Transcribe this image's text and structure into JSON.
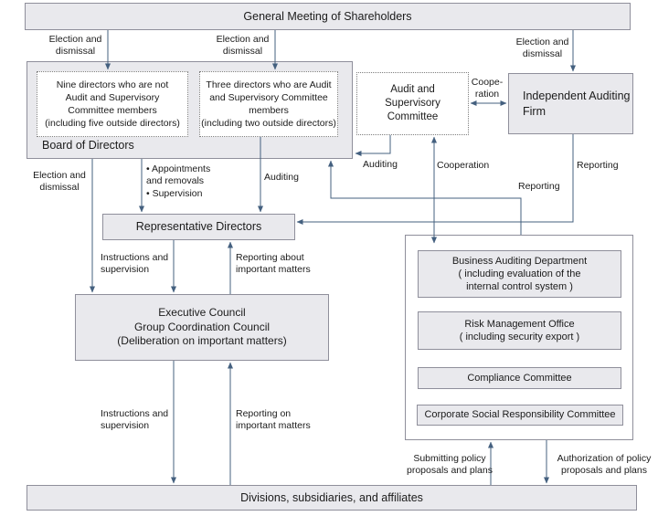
{
  "colors": {
    "box_fill": "#e9e9ed",
    "box_border": "#8f8f9b",
    "dotted_border": "#7e7e7e",
    "connector_line": "#44607f",
    "text": "#1b1b1b"
  },
  "nodes": {
    "general_meeting": "General Meeting of Shareholders",
    "board_of_directors": "Board of Directors",
    "nine_directors": "Nine directors who are not\nAudit and Supervisory\nCommittee members\n(including five outside directors)",
    "three_directors": "Three directors who are Audit\nand Supervisory Committee\nmembers\n(including two outside directors)",
    "audit_supervisory_committee": "Audit and\nSupervisory\nCommittee",
    "independent_auditing_firm": "Independent Auditing\nFirm",
    "representative_directors": "Representative Directors",
    "executive_council": "Executive Council\nGroup Coordination Council\n(Deliberation on important matters)",
    "business_auditing_department": "Business Auditing Department\n( including evaluation of the\ninternal control system )",
    "risk_management_office": "Risk Management Office\n( including security export )",
    "compliance_committee": "Compliance Committee",
    "csr_committee": "Corporate Social Responsibility Committee",
    "divisions": "Divisions, subsidiaries, and affiliates"
  },
  "edge_labels": {
    "election_dismissal": "Election and\ndismissal",
    "appointments_supervision": "• Appointments\n   and removals\n• Supervision",
    "auditing": "Auditing",
    "cooperation": "Cooperation",
    "cooperation_hyphenated": "Coope-\nration",
    "reporting": "Reporting",
    "instructions_supervision": "Instructions and\nsupervision",
    "reporting_about": "Reporting about\nimportant matters",
    "reporting_on": "Reporting on\nimportant matters",
    "submitting_policy": "Submitting policy\nproposals and plans",
    "authorization_policy": "Authorization of policy\nproposals and plans"
  }
}
